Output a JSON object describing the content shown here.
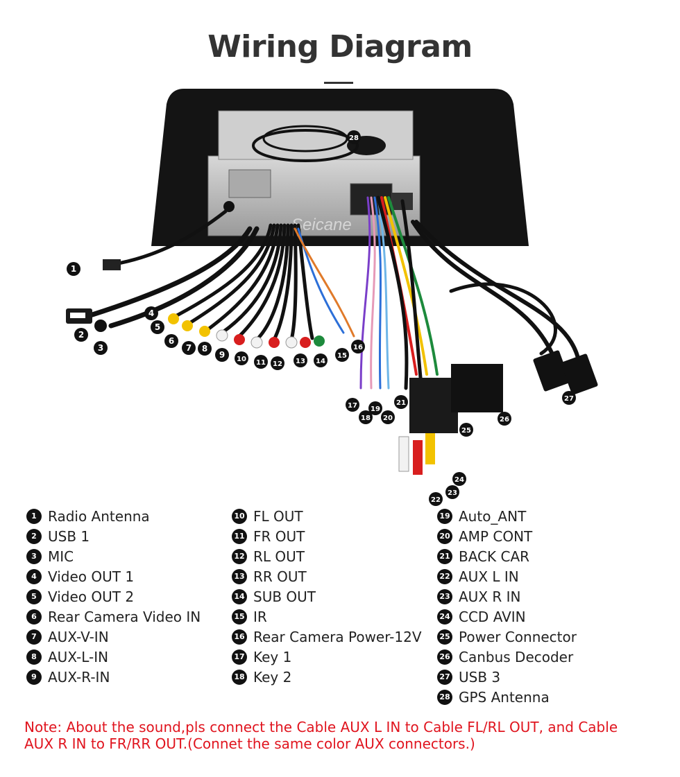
{
  "title": "Wiring Diagram",
  "brand_watermark": "Seicane",
  "legend": [
    [
      {
        "num": "1",
        "label": "Radio Antenna"
      },
      {
        "num": "2",
        "label": "USB 1"
      },
      {
        "num": "3",
        "label": "MIC"
      },
      {
        "num": "4",
        "label": "Video OUT 1"
      },
      {
        "num": "5",
        "label": "Video OUT 2"
      },
      {
        "num": "6",
        "label": "Rear Camera Video IN"
      },
      {
        "num": "7",
        "label": "AUX-V-IN"
      },
      {
        "num": "8",
        "label": "AUX-L-IN"
      },
      {
        "num": "9",
        "label": "AUX-R-IN"
      }
    ],
    [
      {
        "num": "10",
        "label": "FL OUT"
      },
      {
        "num": "11",
        "label": "FR OUT"
      },
      {
        "num": "12",
        "label": "RL OUT"
      },
      {
        "num": "13",
        "label": "RR OUT"
      },
      {
        "num": "14",
        "label": "SUB OUT"
      },
      {
        "num": "15",
        "label": "IR"
      },
      {
        "num": "16",
        "label": "Rear Camera Power-12V"
      },
      {
        "num": "17",
        "label": "Key 1"
      },
      {
        "num": "18",
        "label": "Key 2"
      }
    ],
    [
      {
        "num": "19",
        "label": "Auto_ANT"
      },
      {
        "num": "20",
        "label": "AMP CONT"
      },
      {
        "num": "21",
        "label": "BACK CAR"
      },
      {
        "num": "22",
        "label": "AUX L IN"
      },
      {
        "num": "23",
        "label": "AUX R IN"
      },
      {
        "num": "24",
        "label": "CCD AVIN"
      },
      {
        "num": "25",
        "label": "Power Connector"
      },
      {
        "num": "26",
        "label": "Canbus Decoder"
      },
      {
        "num": "27",
        "label": "USB 3"
      },
      {
        "num": "28",
        "label": "GPS Antenna"
      }
    ]
  ],
  "callouts": [
    "1",
    "2",
    "3",
    "4",
    "5",
    "6",
    "7",
    "8",
    "9",
    "10",
    "11",
    "12",
    "13",
    "14",
    "15",
    "16",
    "17",
    "18",
    "19",
    "20",
    "21",
    "22",
    "23",
    "24",
    "25",
    "26",
    "27",
    "28"
  ],
  "note": "Note: About the sound,pls connect the Cable AUX L IN to Cable FL/RL OUT, and Cable AUX R IN to  FR/RR OUT.(Connet the same color AUX connectors.)",
  "colors": {
    "note": "#e0141e",
    "title": "#333333",
    "rca_yellow": "#f2c200",
    "rca_red": "#d81e1e",
    "rca_white": "#f2f2f2",
    "rca_green": "#1d8a3c"
  }
}
